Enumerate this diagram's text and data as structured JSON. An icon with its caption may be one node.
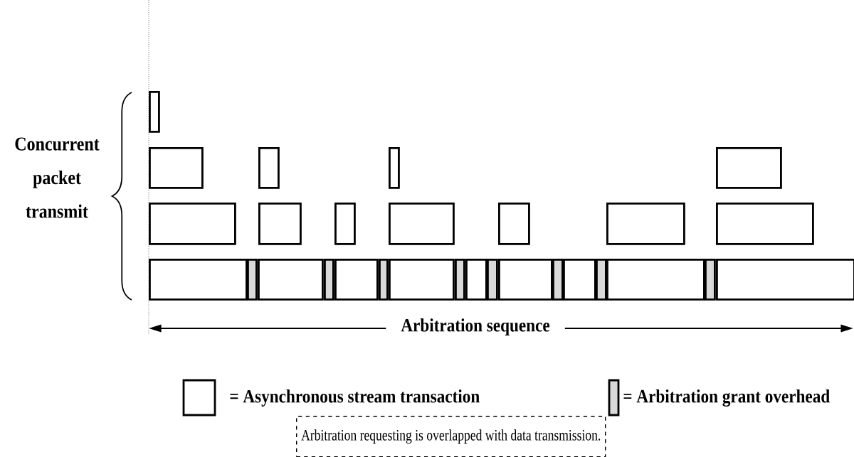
{
  "diagram": {
    "nodes": [
      {
        "text": [],
        "shape": "box"
      },
      {
        "text": [],
        "shape": "box"
      },
      {
        "text": [],
        "shape": "box"
      },
      {
        "text": [],
        "shape": "box"
      },
      {
        "text": [],
        "shape": "box"
      },
      {
        "text": [],
        "shape": "box"
      },
      {
        "text": [],
        "shape": "box"
      },
      {
        "text": [],
        "shape": "box"
      },
      {
        "text": [],
        "shape": "box"
      },
      {
        "text": [],
        "shape": "box"
      },
      {
        "text": [],
        "shape": "box"
      },
      {
        "text": [],
        "shape": "box"
      },
      {
        "text": [],
        "shape": "box"
      },
      {
        "text": [],
        "shape": "bar"
      },
      {
        "text": [],
        "shape": "box"
      },
      {
        "text": [],
        "shape": "bar"
      },
      {
        "text": [],
        "shape": "box"
      },
      {
        "text": [],
        "shape": "bar"
      },
      {
        "text": [],
        "shape": "box"
      },
      {
        "text": [],
        "shape": "bar"
      },
      {
        "text": [],
        "shape": "box"
      },
      {
        "text": [],
        "shape": "bar"
      },
      {
        "text": [],
        "shape": "box"
      },
      {
        "text": [],
        "shape": "bar"
      },
      {
        "text": [],
        "shape": "box"
      },
      {
        "text": [],
        "shape": "bar"
      },
      {
        "text": [],
        "shape": "box"
      },
      {
        "text": [],
        "shape": "bar"
      },
      {
        "text": [],
        "shape": "box"
      },
      {
        "text": [
          "Arbitration requesting  is overlapped with data transmission."
        ]
      }
    ],
    "labels": [
      "Concurrent packet transmit",
      "Arbitration sequence"
    ],
    "legend": [
      {
        "text": "= Asynchronous stream transaction"
      },
      {
        "text": "= Arbitration grant overhead",
        "color": "#d9d9d9"
      }
    ]
  }
}
